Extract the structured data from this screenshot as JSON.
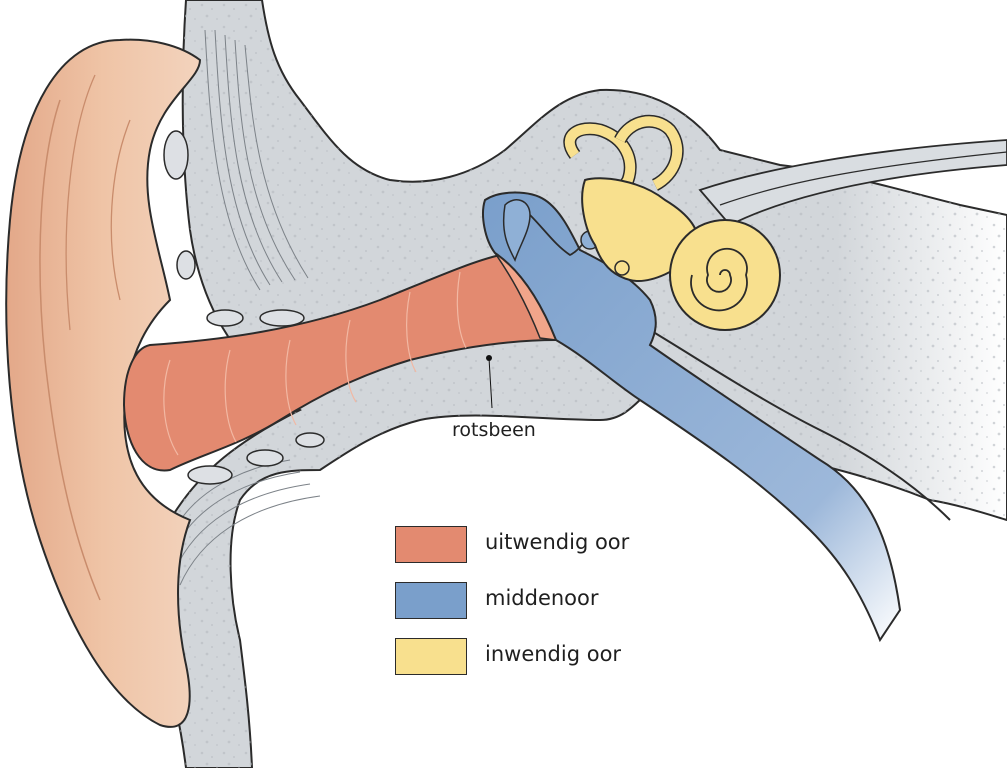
{
  "diagram": {
    "callout": {
      "label": "rotsbeen"
    },
    "legend": [
      {
        "label": "uitwendig oor",
        "color": "#e38a70"
      },
      {
        "label": "middenoor",
        "color": "#7a9fcb"
      },
      {
        "label": "inwendig oor",
        "color": "#f8e08e"
      }
    ],
    "colors": {
      "bone": "#d2d6da",
      "bone_dots": "#b5bac0",
      "skin": "#efc4a6",
      "skin_shade": "#e3a889",
      "outline": "#2b2b2b"
    }
  }
}
